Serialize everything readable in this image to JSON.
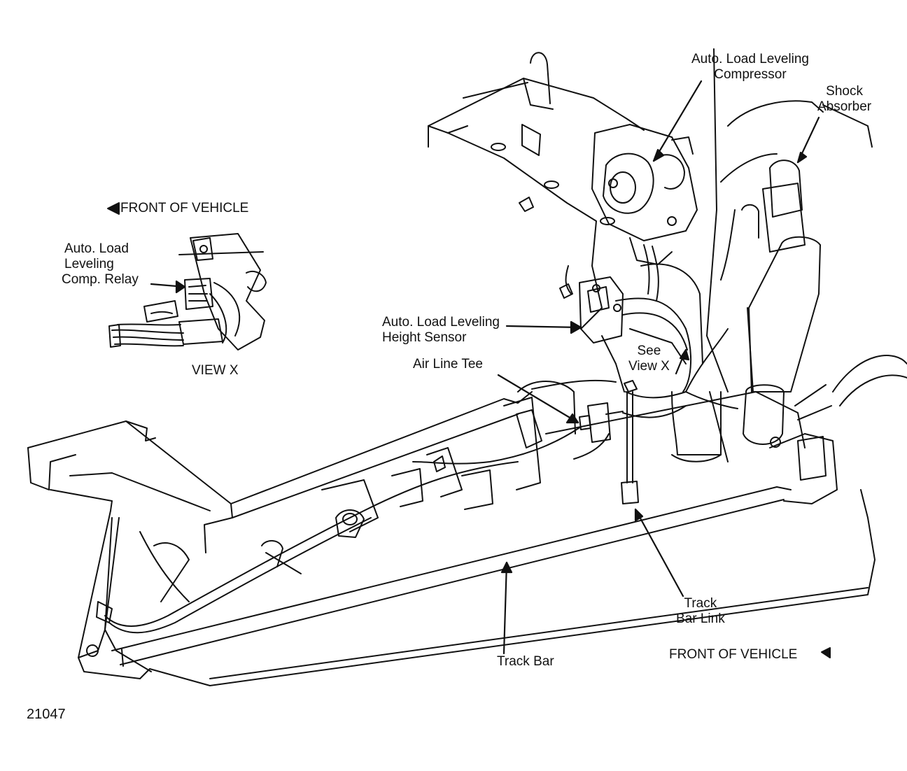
{
  "figure_id": "21047",
  "labels": {
    "compressor": [
      "Auto. Load Leveling",
      "Compressor"
    ],
    "shock_absorber": [
      "Shock",
      "Absorber"
    ],
    "front_top": "FRONT OF VEHICLE",
    "relay": [
      "Auto. Load",
      "Leveling",
      "Comp. Relay"
    ],
    "view_x": "VIEW X",
    "height_sensor": [
      "Auto. Load Leveling",
      "Height Sensor"
    ],
    "see_view_x": [
      "See",
      "View X"
    ],
    "air_line_tee": "Air Line Tee",
    "track_bar_link": [
      "Track",
      "Bar Link"
    ],
    "track_bar": "Track Bar",
    "front_bottom": "FRONT OF VEHICLE"
  }
}
